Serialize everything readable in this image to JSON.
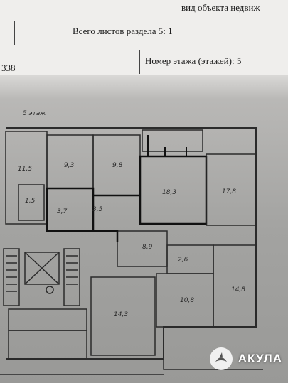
{
  "header": {
    "top_right": "вид объекта недвиж",
    "sheets": "Всего листов раздела 5: 1",
    "number_fragment": "338",
    "floor": "Номер этажа (этажей): 5"
  },
  "plan": {
    "floor_label": "5 этаж"
  },
  "watermark": {
    "brand": "АКУЛА",
    "icon": "shark-logo-icon"
  }
}
